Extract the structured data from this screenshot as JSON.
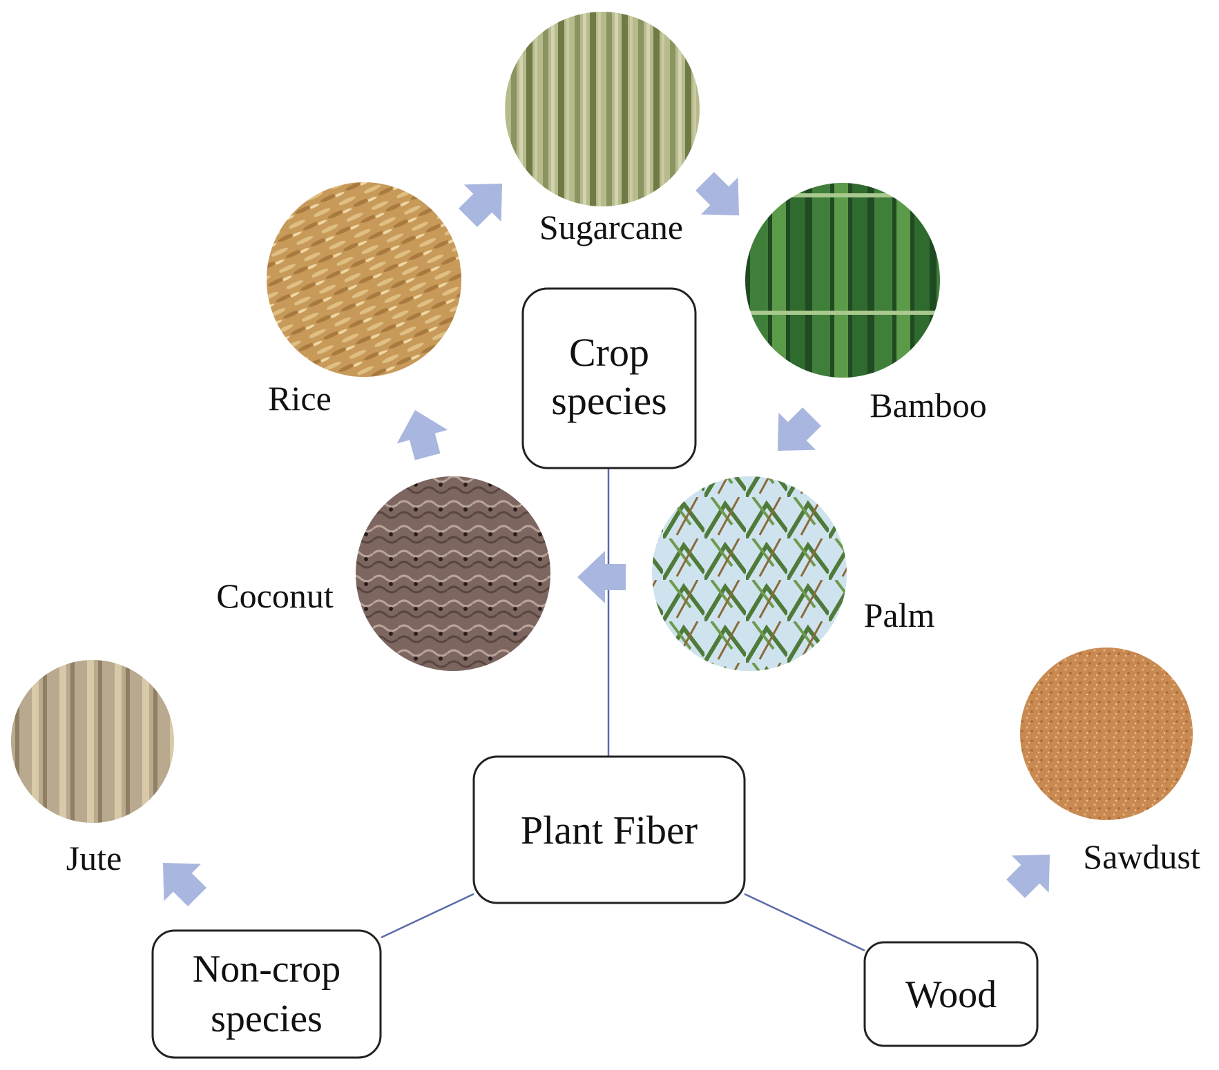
{
  "colors": {
    "background": "#ffffff",
    "box_stroke": "#222222",
    "connector": "#5a6aa8",
    "arrow_fill": "#a9b6df",
    "label": "#111111"
  },
  "nodes": {
    "center": "Plant Fiber",
    "crop": [
      "Crop",
      "species"
    ],
    "noncrop": [
      "Non-crop",
      "species"
    ],
    "wood": "Wood"
  },
  "photos": {
    "sugarcane": "Sugarcane",
    "rice": "Rice",
    "bamboo": "Bamboo",
    "coconut": "Coconut",
    "palm": "Palm",
    "jute": "Jute",
    "sawdust": "Sawdust"
  }
}
